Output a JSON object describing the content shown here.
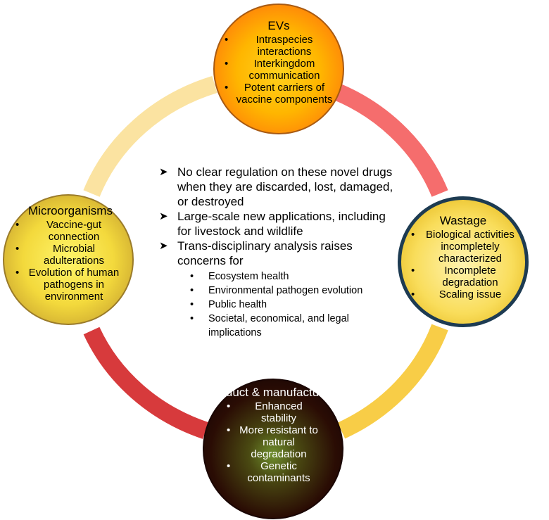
{
  "colors": {
    "arc_top_right": "#f56d6d",
    "arc_bottom_right": "#f8cd47",
    "arc_bottom_left": "#d73a3c",
    "arc_top_left": "#fbe3a1"
  },
  "nodes": {
    "evs": {
      "title": "EVs",
      "items": [
        "Intraspecies interactions",
        "Interkingdom communication",
        "Potent carriers of vaccine components"
      ]
    },
    "microorganisms": {
      "title": "Microorganisms",
      "items": [
        "Vaccine-gut connection",
        "Microbial adulterations",
        "Evolution of human pathogens in environment"
      ]
    },
    "wastage": {
      "title": "Wastage",
      "items": [
        "Biological activities incompletely characterized",
        "Incomplete degradation",
        "Scaling issue"
      ]
    },
    "product": {
      "title": "Product & manufacturing",
      "items": [
        "Enhanced stability",
        "More resistant to natural degradation",
        "Genetic contaminants"
      ]
    }
  },
  "center": {
    "point_1": "No clear regulation on these novel drugs when they are discarded, lost, damaged, or destroyed",
    "point_2": "Large-scale new applications, including for livestock and wildlife",
    "point_3": "Trans-disciplinary analysis raises concerns for",
    "concerns": [
      "Ecosystem health",
      "Environmental pathogen evolution",
      "Public health",
      "Societal, economical, and legal implications"
    ]
  }
}
